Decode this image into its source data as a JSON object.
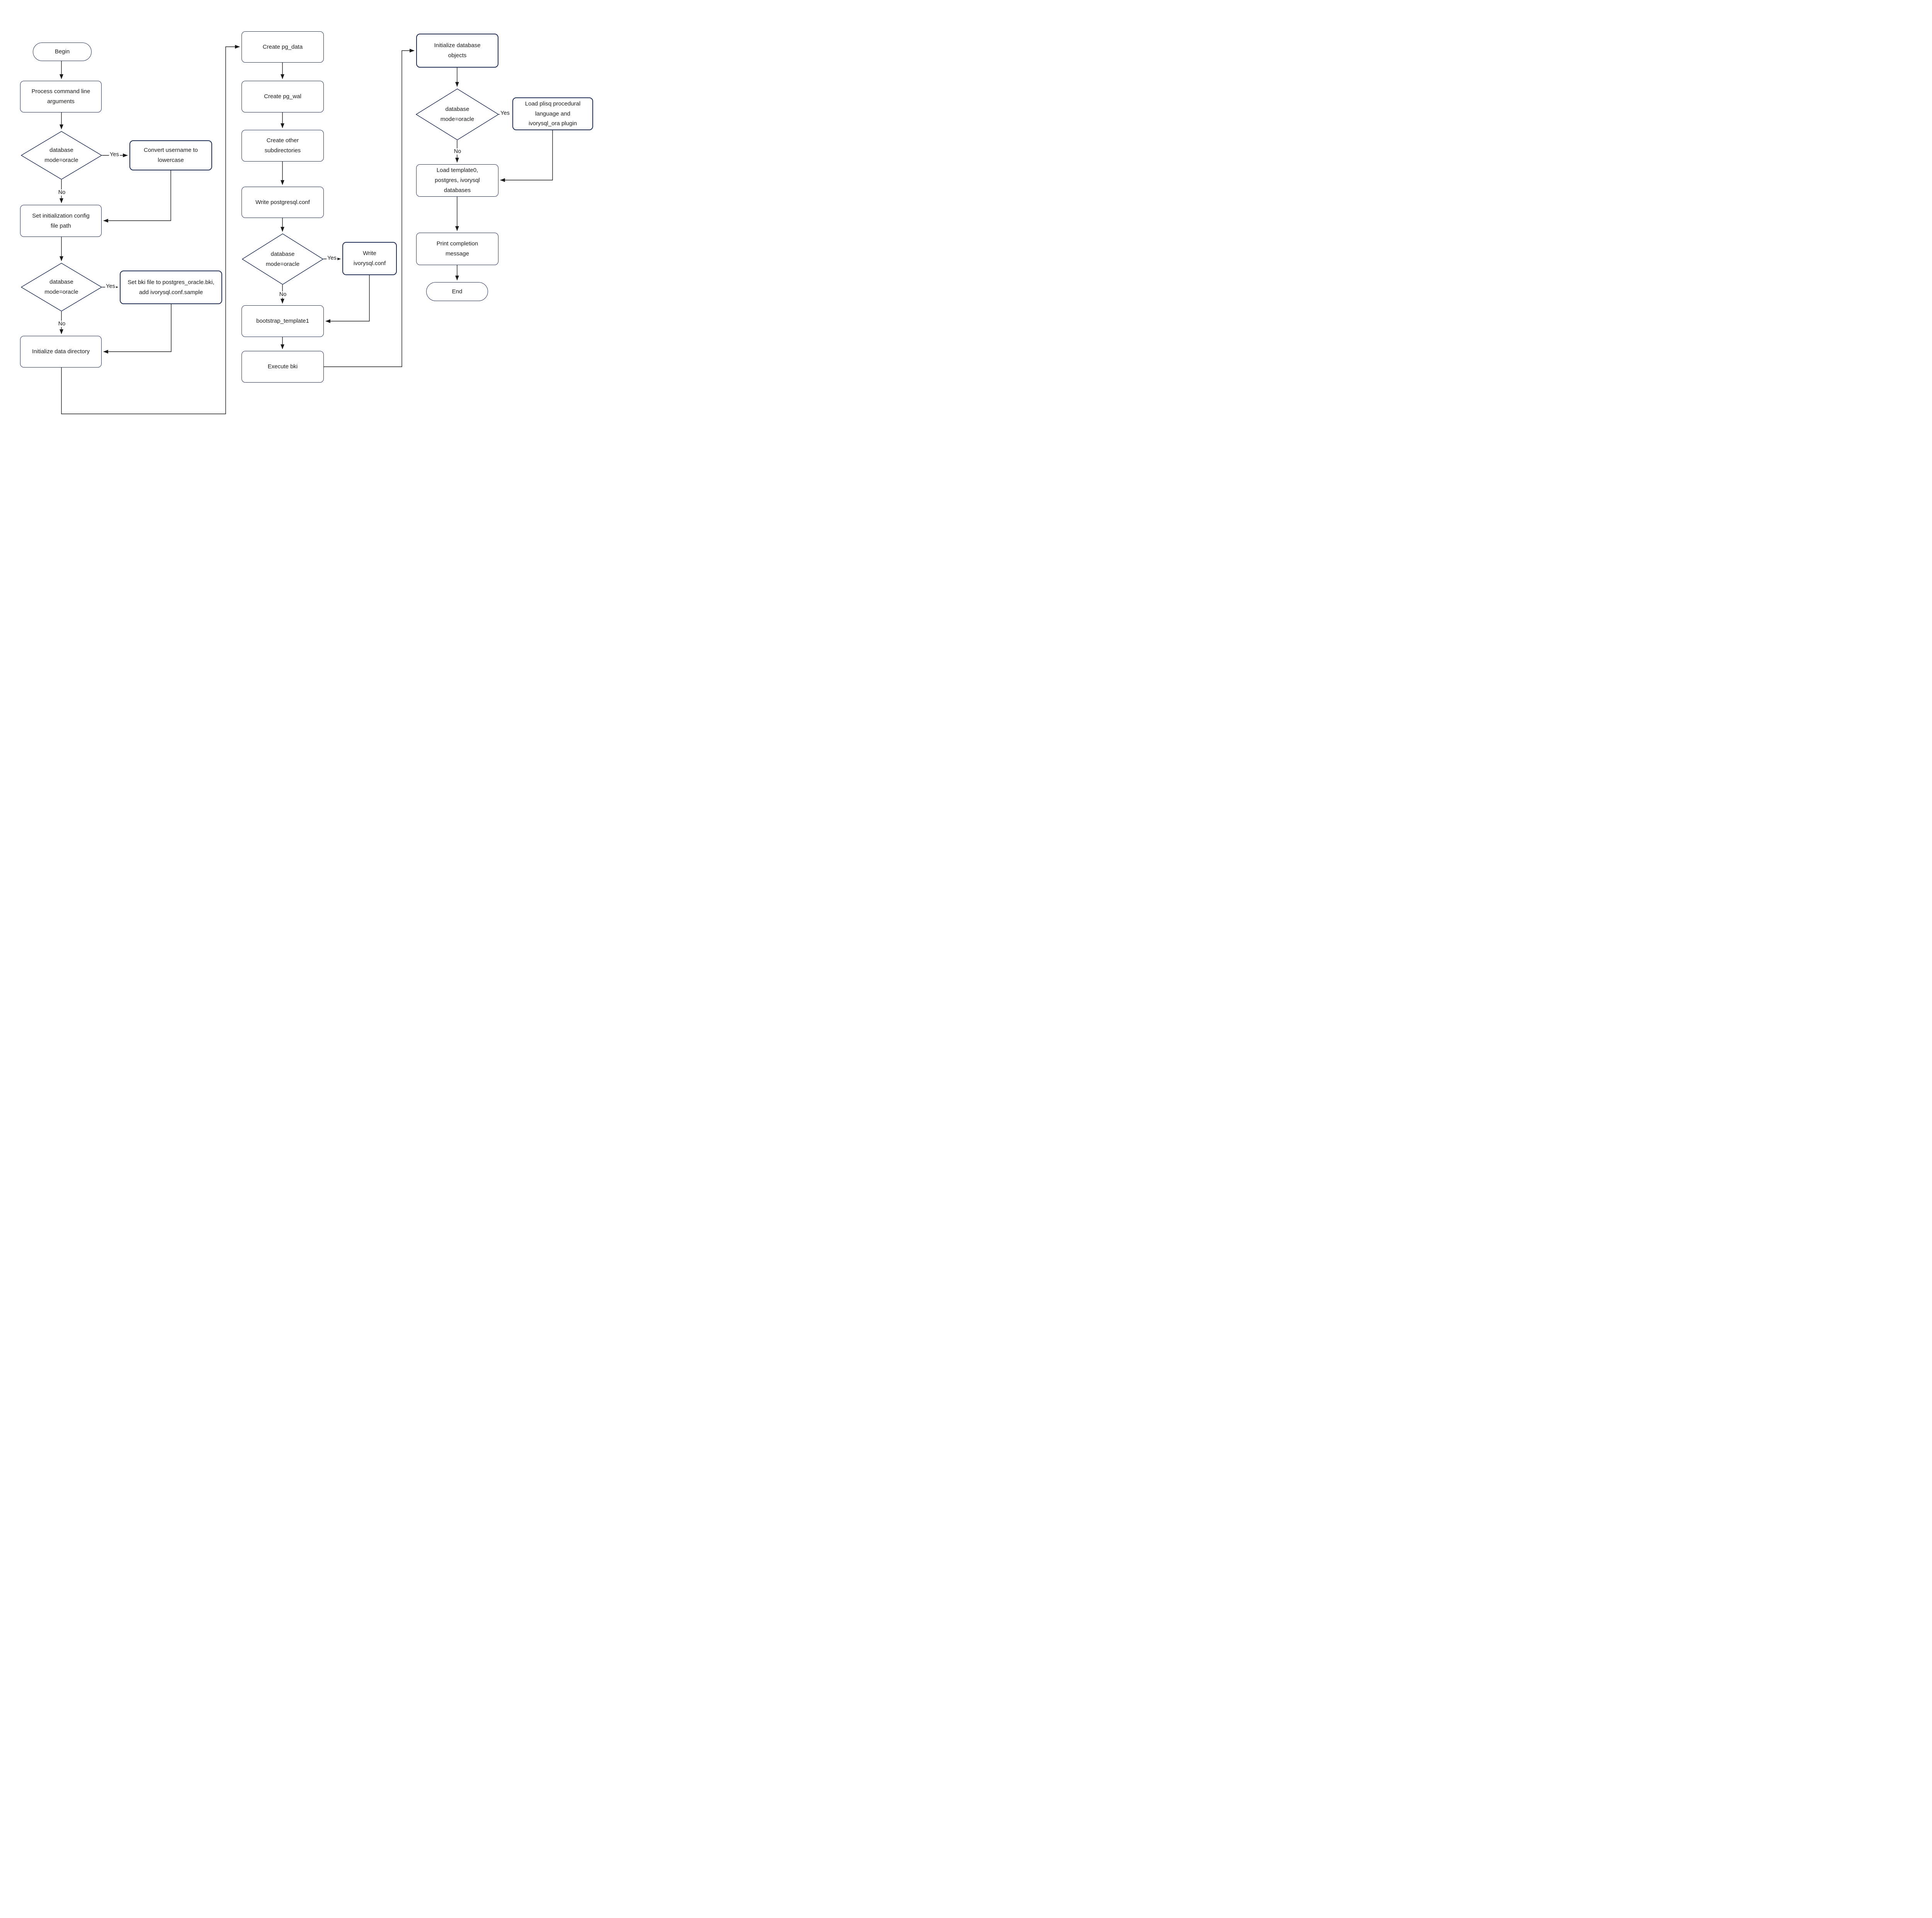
{
  "diagram": {
    "title": "initdb flowchart",
    "colors": {
      "background": "#ffffff",
      "node_border": "#1d2a52",
      "connector": "#1a1a1a",
      "text": "#1c1c1c"
    },
    "nodes": {
      "begin": {
        "label": "Begin",
        "type": "terminator"
      },
      "process_args": {
        "label": "Process command line arguments",
        "type": "process"
      },
      "decision1": {
        "label": "database mode=oracle",
        "type": "decision"
      },
      "convert_username": {
        "label": "Convert username to lowercase",
        "type": "process"
      },
      "set_init_config": {
        "label": "Set initialization config file path",
        "type": "process"
      },
      "decision2": {
        "label": "database mode=oracle",
        "type": "decision"
      },
      "set_bki": {
        "label": "Set bki file to postgres_oracle.bki, add ivorysql.conf.sample",
        "type": "process"
      },
      "init_data_dir": {
        "label": "Initialize data directory",
        "type": "process"
      },
      "create_pg_data": {
        "label": "Create pg_data",
        "type": "process"
      },
      "create_pg_wal": {
        "label": "Create pg_wal",
        "type": "process"
      },
      "create_subdirs": {
        "label": "Create other subdirectories",
        "type": "process"
      },
      "write_postgresql_conf": {
        "label": "Write postgresql.conf",
        "type": "process"
      },
      "decision3": {
        "label": "database mode=oracle",
        "type": "decision"
      },
      "write_ivorysql_conf": {
        "label": "Write ivorysql.conf",
        "type": "process"
      },
      "bootstrap_template1": {
        "label": "bootstrap_template1",
        "type": "process"
      },
      "execute_bki": {
        "label": "Execute bki",
        "type": "process"
      },
      "init_db_objects": {
        "label": "Initialize database objects",
        "type": "process"
      },
      "decision4": {
        "label": "database mode=oracle",
        "type": "decision"
      },
      "load_plisq": {
        "label": "Load plisq procedural language and ivorysql_ora plugin",
        "type": "process"
      },
      "load_databases": {
        "label": "Load template0, postgres, ivorysql databases",
        "type": "process"
      },
      "print_completion": {
        "label": "Print completion message",
        "type": "process"
      },
      "end": {
        "label": "End",
        "type": "terminator"
      }
    },
    "edge_labels": {
      "d1_yes": "Yes",
      "d1_no": "No",
      "d2_yes": "Yes",
      "d2_no": "No",
      "d3_yes": "Yes",
      "d3_no": "No",
      "d4_yes": "Yes",
      "d4_no": "No"
    }
  }
}
